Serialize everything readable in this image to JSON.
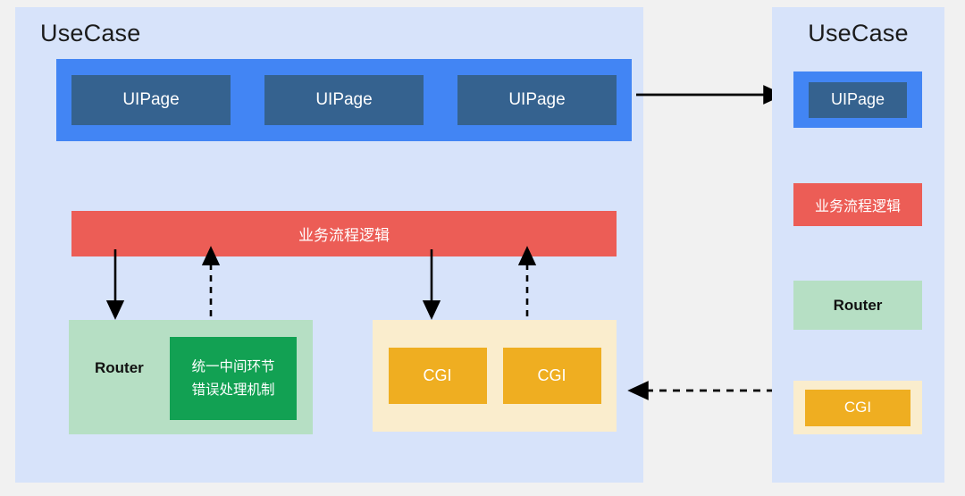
{
  "diagram": {
    "background_color": "#f1f1f1",
    "panel_color": "#d7e3fa"
  },
  "left_panel": {
    "title": "UseCase",
    "ui_band": {
      "color": "#4285f4",
      "item_color": "#35628f",
      "items": [
        {
          "label": "UIPage"
        },
        {
          "label": "UIPage"
        },
        {
          "label": "UIPage"
        }
      ]
    },
    "logic_bar": {
      "label": "业务流程逻辑",
      "color": "#ec5d56"
    },
    "router_group": {
      "color": "#b6dfc4",
      "label": "Router",
      "inner": {
        "color": "#12a153",
        "line1": "统一中间环节",
        "line2": "错误处理机制"
      }
    },
    "cgi_group": {
      "color": "#faedcd",
      "item_color": "#efae21",
      "items": [
        {
          "label": "CGI"
        },
        {
          "label": "CGI"
        }
      ]
    }
  },
  "right_panel": {
    "title": "UseCase",
    "legend": [
      {
        "name": "uipage",
        "label": "UIPage",
        "outer_color": "#4285f4",
        "inner_color": "#35628f"
      },
      {
        "name": "logic",
        "label": "业务流程逻辑",
        "color": "#ec5d56"
      },
      {
        "name": "router",
        "label": "Router",
        "color": "#b6dfc4"
      },
      {
        "name": "cgi",
        "label": "CGI",
        "outer_color": "#faedcd",
        "inner_color": "#efae21"
      }
    ]
  },
  "connectors": {
    "color": "#000000",
    "panel_top": {
      "style": "solid",
      "direction": "right"
    },
    "panel_bottom": {
      "style": "dashed",
      "direction": "left"
    },
    "internal": [
      {
        "style": "solid",
        "direction": "down",
        "from": "logic_bar",
        "to": "router_group"
      },
      {
        "style": "dashed",
        "direction": "up",
        "from": "router_group",
        "to": "logic_bar"
      },
      {
        "style": "solid",
        "direction": "down",
        "from": "logic_bar",
        "to": "cgi_group"
      },
      {
        "style": "dashed",
        "direction": "up",
        "from": "cgi_group",
        "to": "logic_bar"
      }
    ]
  }
}
